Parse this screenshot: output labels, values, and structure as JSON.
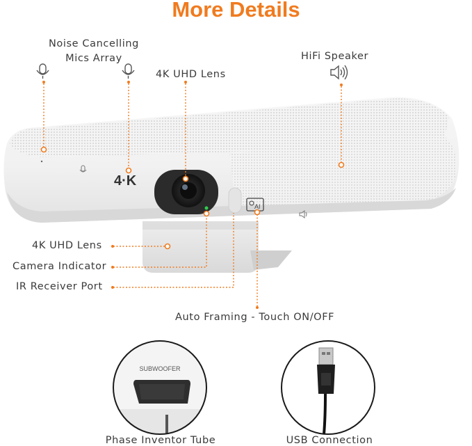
{
  "title": "More Details",
  "labels": {
    "mics": [
      "Noise Cancelling",
      "Mics Array"
    ],
    "lens_top": "4K UHD Lens",
    "speaker": "HiFi Speaker",
    "lens_left": "4K UHD Lens",
    "camera_indicator": "Camera Indicator",
    "ir_port": "IR Receiver Port",
    "auto_framing": "Auto Framing - Touch ON/OFF",
    "subwoofer_caption": "Phase Inventor Tube",
    "usb_caption": "USB Connection"
  },
  "device": {
    "badge_4k": "4·K",
    "ai_button": "AI"
  },
  "subwoofer_inset": {
    "label": "SUBWOOFER"
  },
  "colors": {
    "accent": "#f07b1f",
    "device_body": "#f3f3f3",
    "lens_dark": "#2b2b2b",
    "indicator": "#2fcf4f"
  },
  "icons": {
    "mic": "microphone-icon",
    "speaker": "speaker-icon",
    "ai_framing": "ai-framing-icon"
  }
}
